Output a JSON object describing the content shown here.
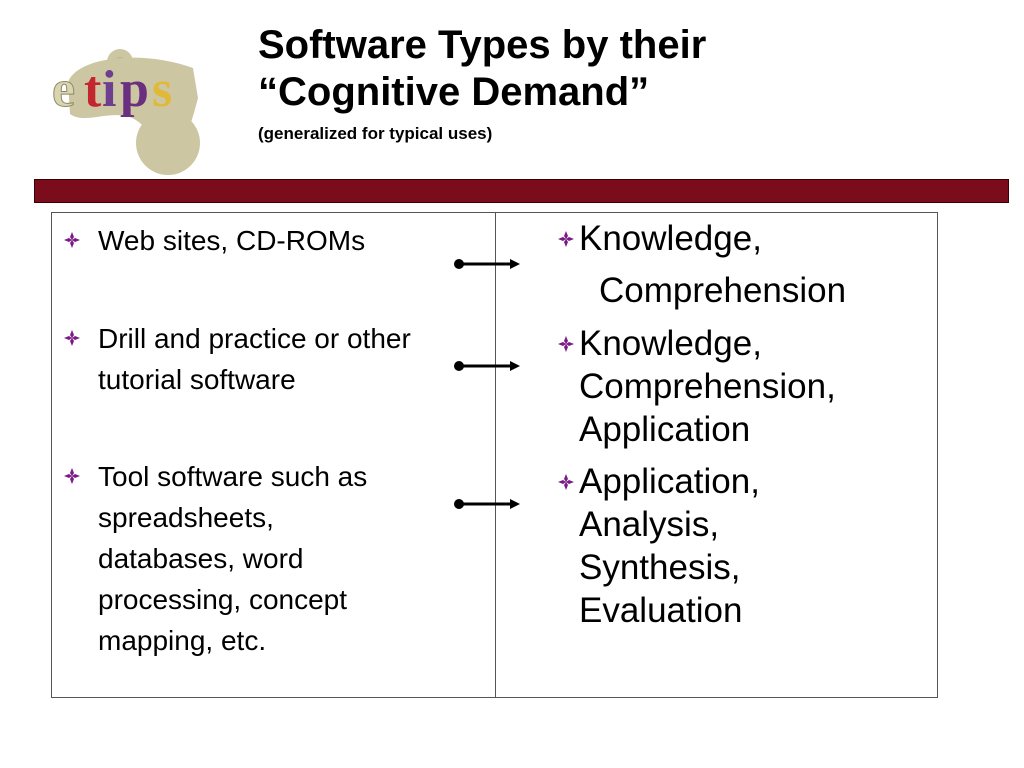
{
  "logo": {
    "text": "etips",
    "icon": "etips-logo"
  },
  "title": {
    "line1": "Software Types by their",
    "line2": "“Cognitive Demand”",
    "subtitle": "(generalized for typical uses)"
  },
  "colors": {
    "band": "#7a0c1b",
    "bullet": "#7b1a86"
  },
  "software_types": [
    {
      "lines": [
        "Web sites, CD-ROMs"
      ]
    },
    {
      "lines": [
        "Drill and practice or other",
        "tutorial software"
      ]
    },
    {
      "lines": [
        "Tool software such as",
        "spreadsheets,",
        "databases, word",
        "processing, concept",
        "mapping, etc."
      ]
    }
  ],
  "cognitive_demands": [
    {
      "lines": [
        "Knowledge,"
      ],
      "continuation": "Comprehension"
    },
    {
      "lines": [
        "Knowledge,",
        "Comprehension,",
        "Application"
      ]
    },
    {
      "lines": [
        "Application,",
        "Analysis,",
        "Synthesis,",
        "Evaluation"
      ]
    }
  ]
}
